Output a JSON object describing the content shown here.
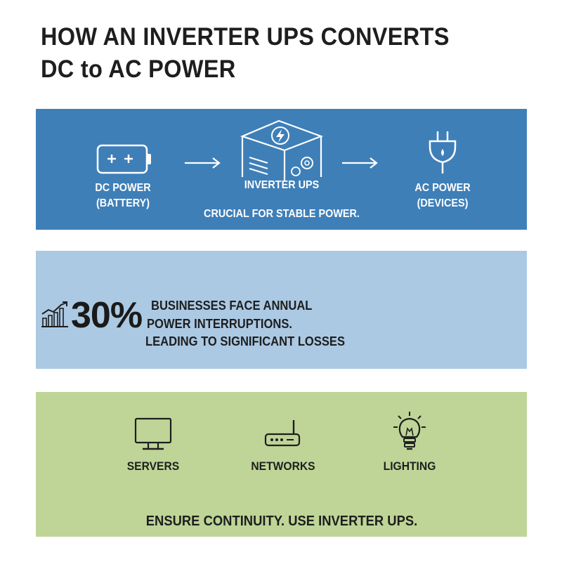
{
  "title": {
    "line1": "HOW AN INVERTER UPS CONVERTS",
    "line2": "DC to AC POWER"
  },
  "flow": {
    "source": {
      "line1": "DC POWER",
      "line2": "(BATTERY)",
      "icon": "battery-icon"
    },
    "converter": {
      "label": "INVERTER UPS",
      "icon": "inverter-ups-icon"
    },
    "target": {
      "line1": "AC POWER",
      "line2": "(DEVICES)",
      "icon": "power-plug-icon"
    },
    "note": "CRUCIAL FOR STABLE POWER."
  },
  "stat": {
    "value": "30%",
    "icon": "growth-chart-icon",
    "line1": "BUSINESSES FACE ANNUAL",
    "line2": "POWER INTERRUPTIONS.",
    "line3": "LEADING TO SIGNIFICANT LOSSES"
  },
  "uses": {
    "items": [
      {
        "label": "SERVERS",
        "icon": "monitor-icon"
      },
      {
        "label": "NETWORKS",
        "icon": "router-icon"
      },
      {
        "label": "LIGHTING",
        "icon": "light-bulb-icon"
      }
    ],
    "tagline": "ENSURE CONTINUITY. USE INVERTER UPS."
  },
  "colors": {
    "flow_panel": "#3f7fb8",
    "stat_panel": "#abc9e3",
    "uses_panel": "#bed597",
    "text_dark": "#1e1e1e",
    "text_light": "#ffffff"
  }
}
